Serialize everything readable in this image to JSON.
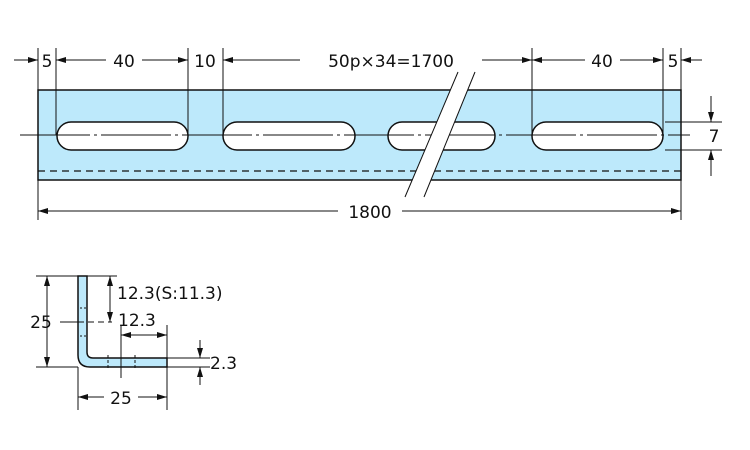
{
  "colors": {
    "fill": "#bde9fb",
    "line": "#111111"
  },
  "top_view": {
    "dim_left_margin": "5",
    "dim_slot_left": "40",
    "dim_gap": "10",
    "dim_pitch": "50p×34=1700",
    "dim_slot_right": "40",
    "dim_right_margin": "5",
    "dim_slot_width": "7",
    "dim_total_length": "1800"
  },
  "section_view": {
    "dim_height": "25",
    "dim_hole_pos": "12.3(S:11.3)",
    "dim_hole_pos_h": "12.3",
    "dim_thickness": "2.3",
    "dim_width": "25"
  }
}
